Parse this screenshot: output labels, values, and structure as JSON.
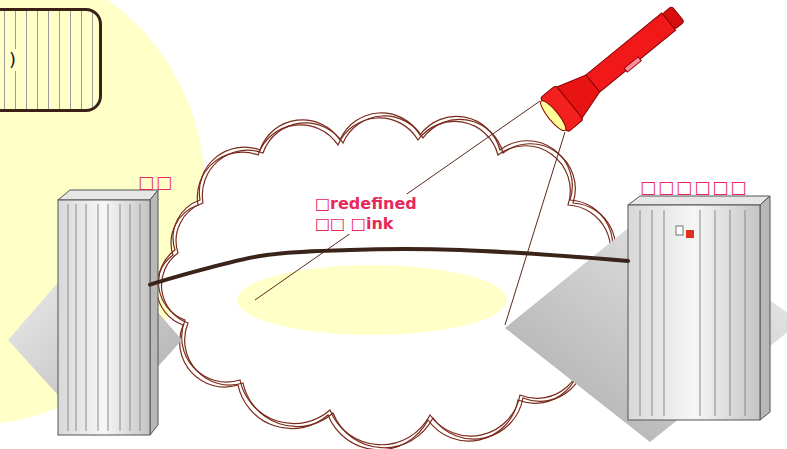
{
  "diagram": {
    "nodes": [
      {
        "text": [
          ")"
        ]
      },
      {
        "text": [
          "□□"
        ]
      },
      {
        "text": [
          "□□□□□□"
        ]
      }
    ],
    "edges": [
      {
        "from": 1,
        "to": 2,
        "arrow": "none",
        "label": "□redefined □□ □ink"
      }
    ]
  }
}
